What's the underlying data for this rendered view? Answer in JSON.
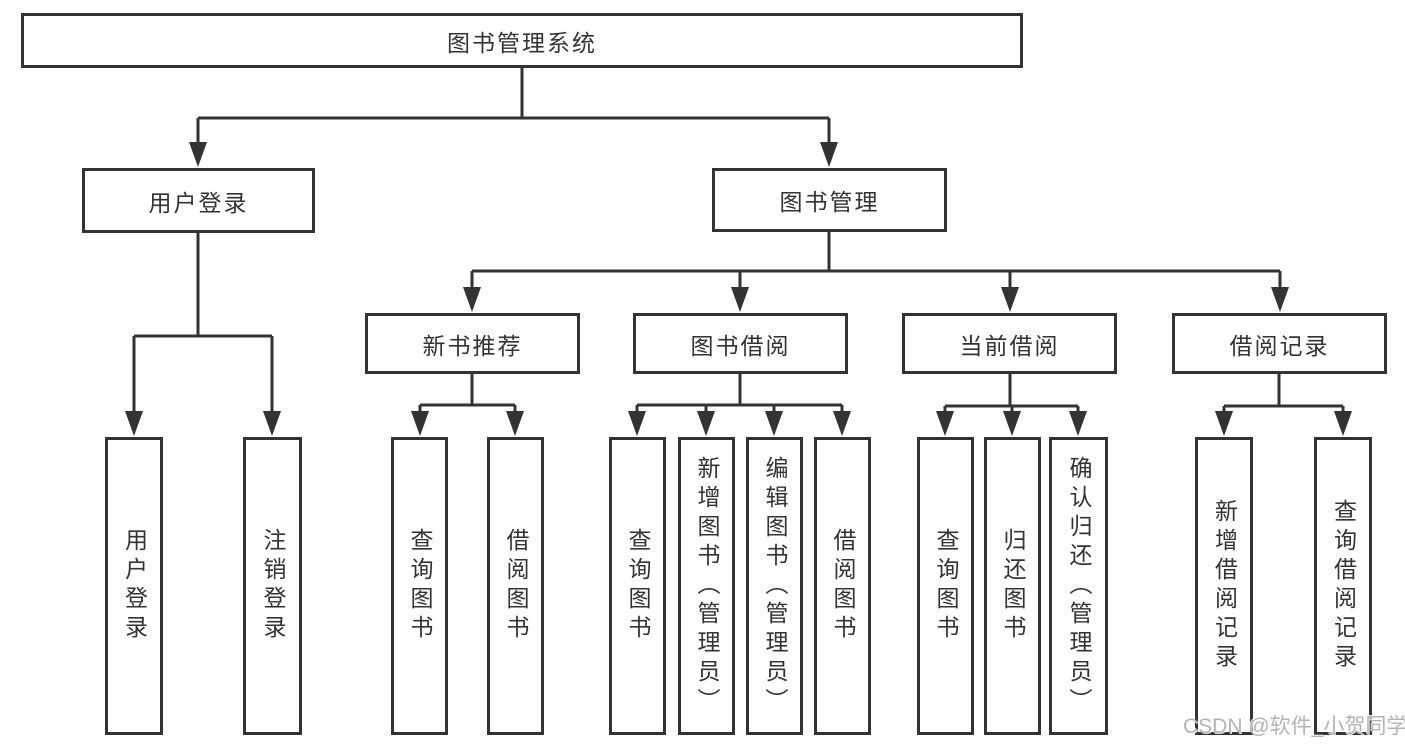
{
  "diagram": {
    "root": {
      "label": "图书管理系统"
    },
    "children": [
      {
        "label": "用户登录",
        "children": [
          {
            "label": "用户登录"
          },
          {
            "label": "注销登录"
          }
        ]
      },
      {
        "label": "图书管理",
        "children": [
          {
            "label": "新书推荐",
            "children": [
              {
                "label": "查询图书"
              },
              {
                "label": "借阅图书"
              }
            ]
          },
          {
            "label": "图书借阅",
            "children": [
              {
                "label": "查询图书"
              },
              {
                "label": "新增图书（管理员）"
              },
              {
                "label": "编辑图书（管理员）"
              },
              {
                "label": "借阅图书"
              }
            ]
          },
          {
            "label": "当前借阅",
            "children": [
              {
                "label": "查询图书"
              },
              {
                "label": "归还图书"
              },
              {
                "label": "确认归还（管理员）"
              }
            ]
          },
          {
            "label": "借阅记录",
            "children": [
              {
                "label": "新增借阅记录"
              },
              {
                "label": "查询借阅记录"
              }
            ]
          }
        ]
      }
    ]
  },
  "watermark": {
    "text": "CSDN @软件_小贺同学"
  },
  "colors": {
    "line": "#333333",
    "text": "#333333",
    "background": "#ffffff",
    "watermark": "#b3b3b3"
  }
}
